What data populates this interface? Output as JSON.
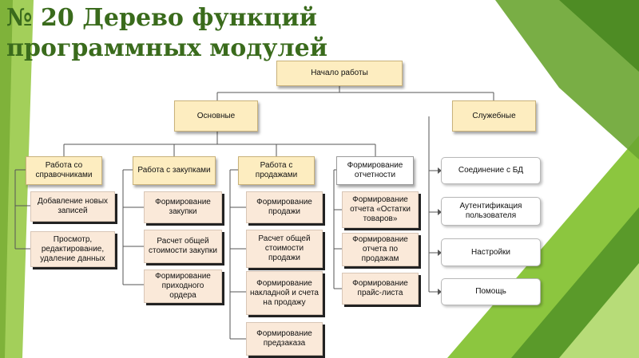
{
  "title": {
    "line1": "№ 20 Дерево функций",
    "line2": "программных модулей"
  },
  "root": {
    "label": "Начало работы"
  },
  "level1": {
    "main": "Основные",
    "service": "Служебные"
  },
  "groups": {
    "reference": {
      "label": "Работа со справочниками",
      "items": [
        "Добавление новых записей",
        "Просмотр, редактирование, удаление данных"
      ]
    },
    "purchases": {
      "label": "Работа с закупками",
      "items": [
        "Формирование закупки",
        "Расчет общей стоимости закупки",
        "Формирование приходного ордера"
      ]
    },
    "sales": {
      "label": "Работа с продажами",
      "items": [
        "Формирование продажи",
        "Расчет общей стоимости продажи",
        "Формирование накладной и счета на продажу",
        "Формирование предзаказа"
      ]
    },
    "reports": {
      "label": "Формирование отчетности",
      "items": [
        "Формирование отчета «Остатки товаров»",
        "Формирование отчета по продажам",
        "Формирование прайс-листа"
      ]
    }
  },
  "service_items": [
    "Соединение с БД",
    "Аутентификация пользователя",
    "Настройки",
    "Помощь"
  ],
  "colors": {
    "title": "#3a6b1c",
    "root_fill": "#fdedc0",
    "leaf_fill": "#fae9d9",
    "accent_green": "#8cc63f",
    "dark_green": "#5a9a2a"
  }
}
